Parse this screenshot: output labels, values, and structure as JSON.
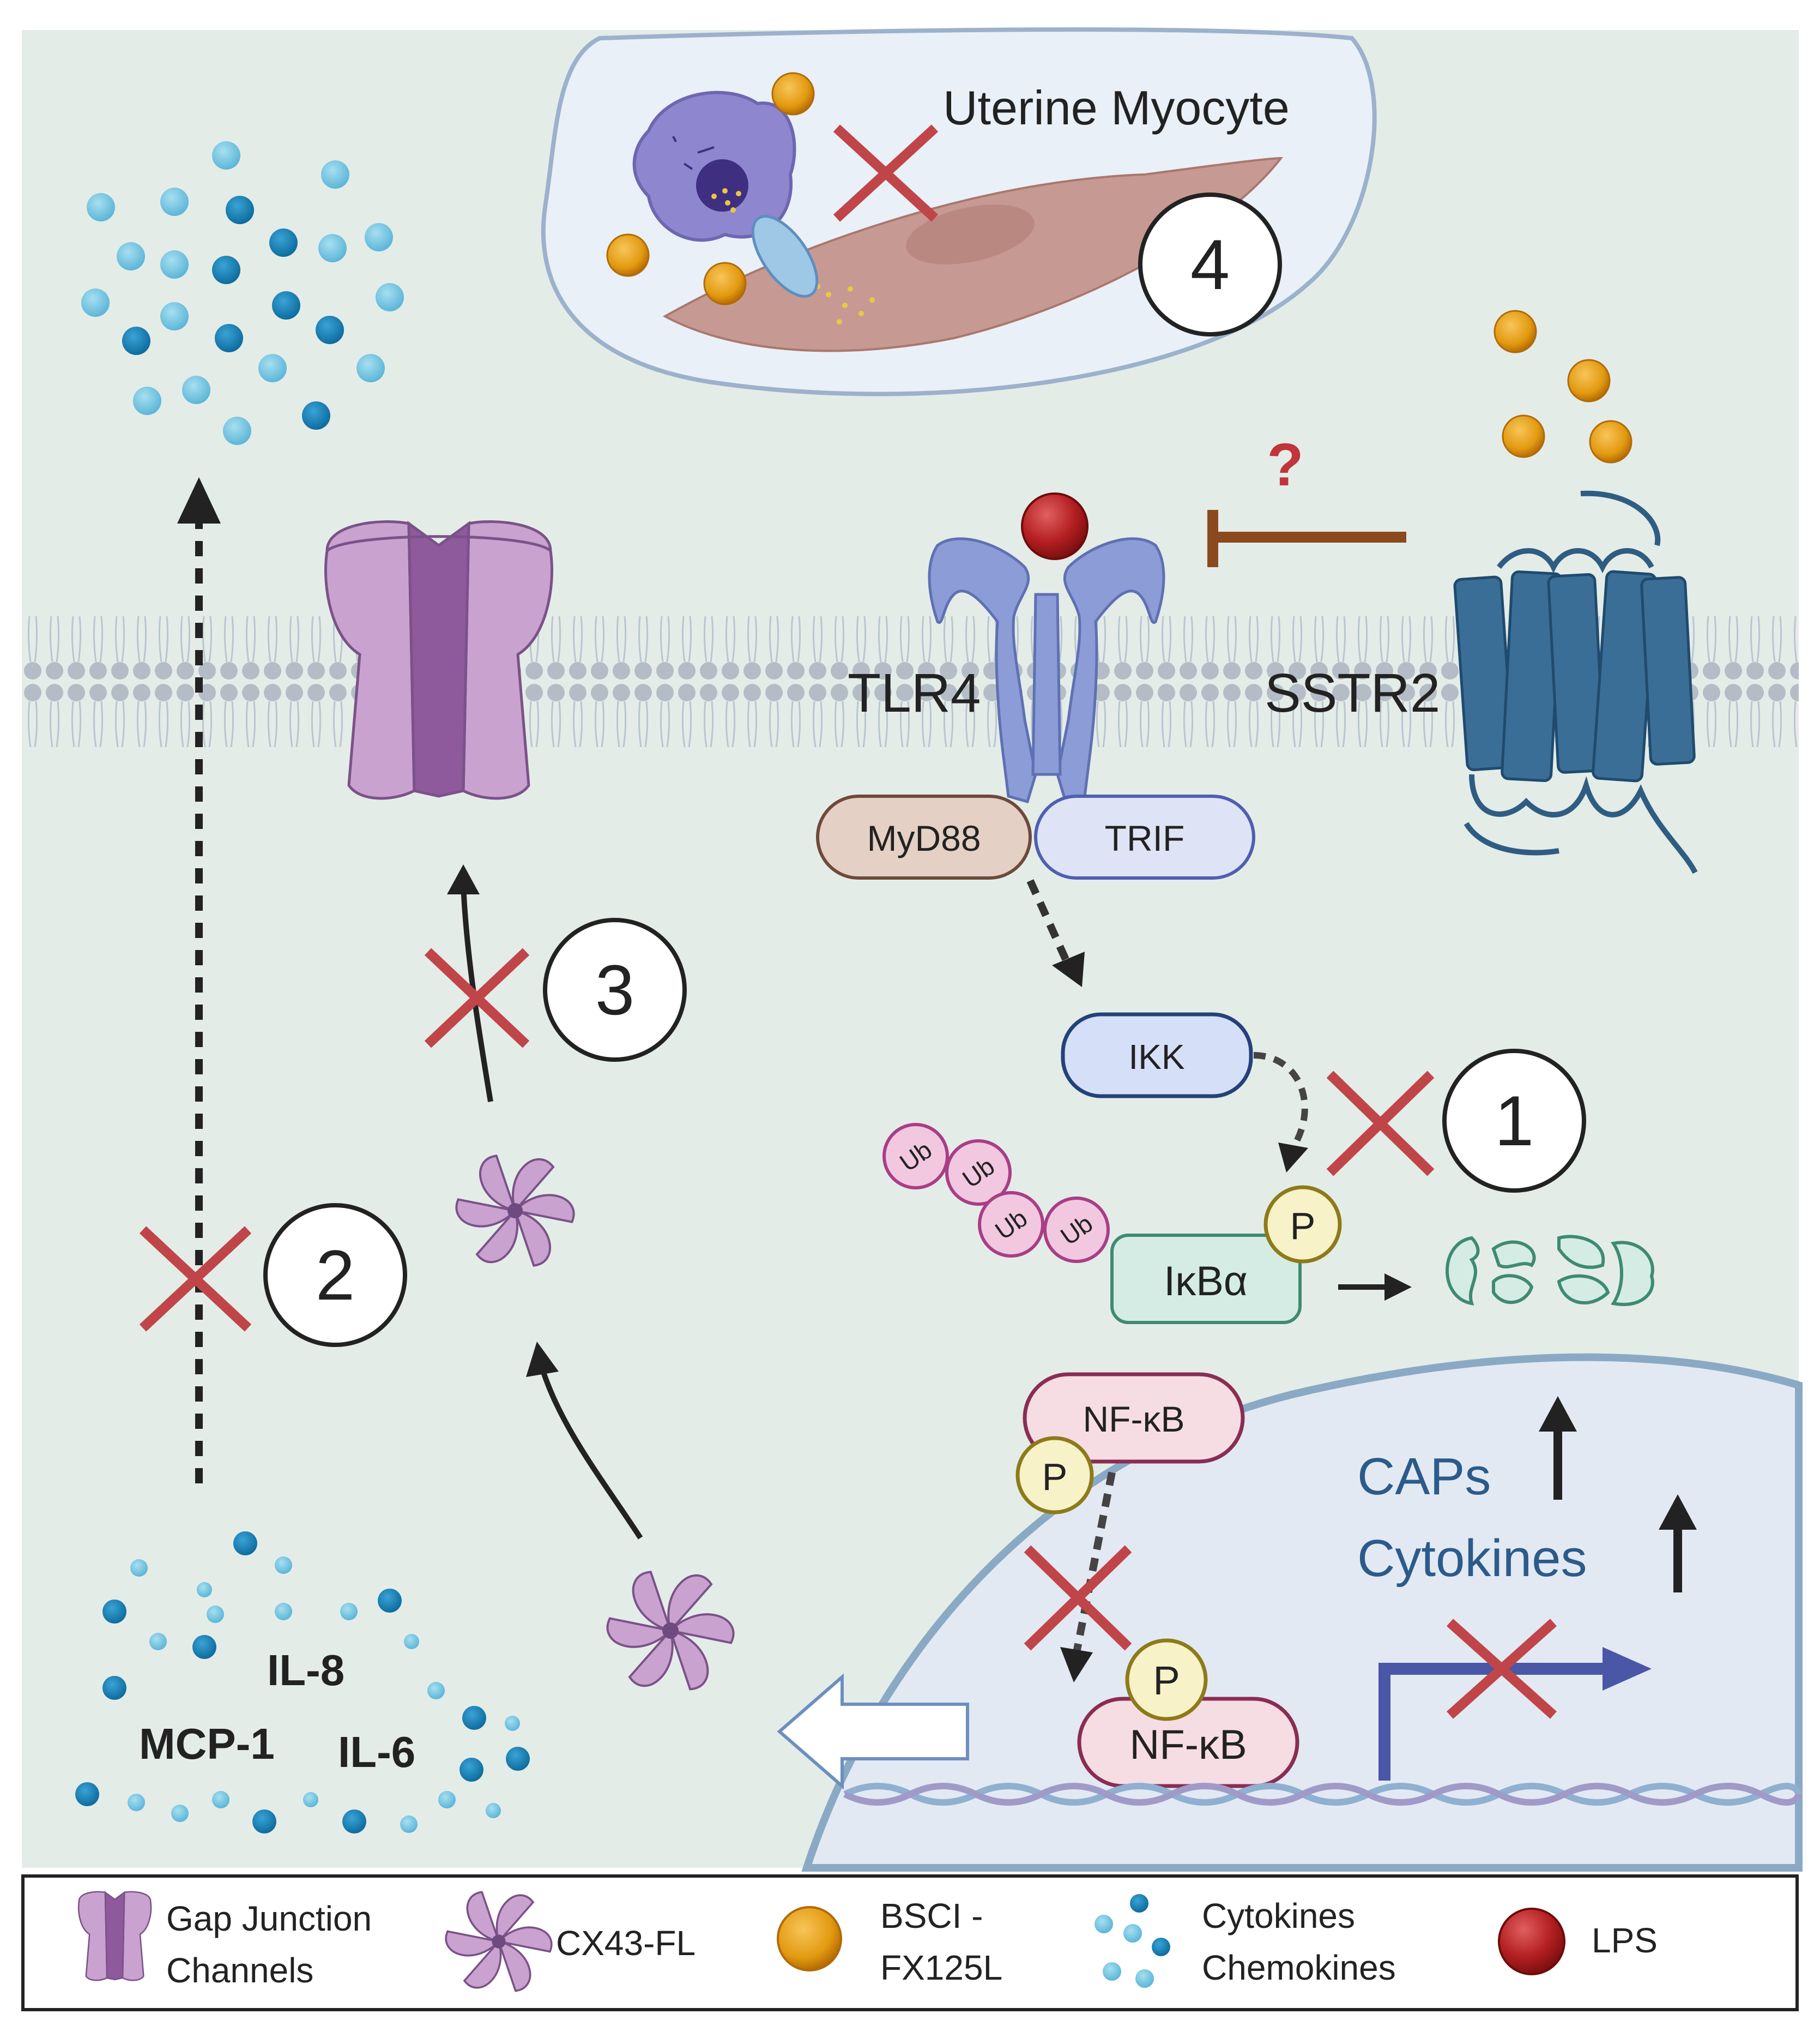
{
  "labels": {
    "uterine_myocyte": "Uterine Myocyte",
    "tlr4": "TLR4",
    "sstr2": "SSTR2",
    "myd88": "MyD88",
    "trif": "TRIF",
    "ikk": "IKK",
    "ikba": "IκBα",
    "nfkb_cyto": "NF-κB",
    "nfkb_nuc": "NF-κB",
    "phospho": "P",
    "ubiquitin": "Ub",
    "question": "?",
    "caps": "CAPs",
    "cytokines": "Cytokines",
    "il8": "IL-8",
    "il6": "IL-6",
    "mcp1": "MCP-1"
  },
  "steps": [
    "1",
    "2",
    "3",
    "4"
  ],
  "legend": {
    "items": [
      {
        "icon": "gap-junction-icon",
        "lines": [
          "Gap Junction",
          "Channels"
        ]
      },
      {
        "icon": "cx43-icon",
        "lines": [
          "CX43-FL",
          ""
        ]
      },
      {
        "icon": "bsci-icon",
        "lines": [
          "BSCI -",
          "FX125L"
        ]
      },
      {
        "icon": "cytokine-dots-icon",
        "lines": [
          "Cytokines",
          "Chemokines"
        ]
      },
      {
        "icon": "lps-icon",
        "lines": [
          "LPS",
          ""
        ]
      }
    ]
  },
  "colors": {
    "background": "#e4ece8",
    "nucleus": "#e3e9f3",
    "inhibit_x": "#c04549",
    "bsci": "#e8a31c",
    "lps": "#b82a2a",
    "cx43": "#c9a2d0",
    "tlr4": "#8b9cd6",
    "sstr2": "#2f5d82",
    "caps_text": "#2b5b8a",
    "brown_inhibit": "#8b4a1e"
  }
}
